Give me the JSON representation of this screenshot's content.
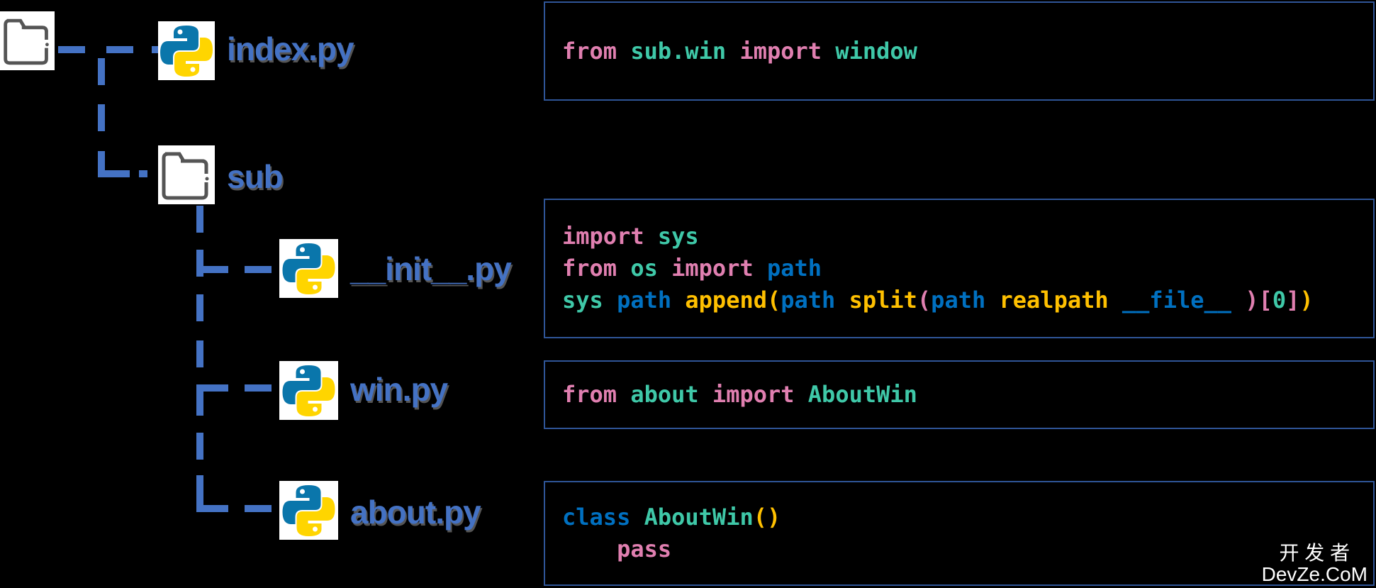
{
  "tree": {
    "root": {
      "icon": "folder-icon"
    },
    "index": {
      "label": "index.py",
      "icon": "python-icon"
    },
    "sub": {
      "label": "sub",
      "icon": "folder-icon"
    },
    "init": {
      "label": "__init__.py",
      "icon": "python-icon"
    },
    "win": {
      "label": "win.py",
      "icon": "python-icon"
    },
    "about": {
      "label": "about.py",
      "icon": "python-icon"
    }
  },
  "code": {
    "index": [
      [
        "from",
        "k"
      ],
      [
        " "
      ],
      [
        "sub.win",
        "t"
      ],
      [
        " "
      ],
      [
        "import",
        "k"
      ],
      [
        " "
      ],
      [
        "window",
        "t"
      ]
    ],
    "init": [
      [
        [
          "import",
          "k"
        ],
        [
          " "
        ],
        [
          "sys",
          "t"
        ]
      ],
      [
        [
          "from",
          "k"
        ],
        [
          " "
        ],
        [
          "os",
          "t"
        ],
        [
          " "
        ],
        [
          "import",
          "k"
        ],
        [
          " "
        ],
        [
          "path",
          "b"
        ]
      ],
      [
        [
          "sys",
          "t"
        ],
        [
          " "
        ],
        [
          "path",
          "b"
        ],
        [
          " "
        ],
        [
          "append",
          "y"
        ],
        [
          "(",
          "y"
        ],
        [
          "path",
          "b"
        ],
        [
          " "
        ],
        [
          "split",
          "y"
        ],
        [
          "(",
          "k"
        ],
        [
          "path",
          "b"
        ],
        [
          " "
        ],
        [
          "realpath",
          "y"
        ],
        [
          " "
        ],
        [
          "__file__",
          "b"
        ],
        [
          " "
        ],
        [
          ")",
          "k"
        ],
        [
          "[",
          "k"
        ],
        [
          "0",
          "t"
        ],
        [
          "]",
          "k"
        ],
        [
          ")",
          "y"
        ]
      ]
    ],
    "win": [
      [
        "from",
        "k"
      ],
      [
        " "
      ],
      [
        "about",
        "t"
      ],
      [
        " "
      ],
      [
        "import",
        "k"
      ],
      [
        " "
      ],
      [
        "AboutWin",
        "t"
      ]
    ],
    "about": [
      [
        [
          "class",
          "b"
        ],
        [
          " "
        ],
        [
          "AboutWin",
          "t"
        ],
        [
          "()",
          "y"
        ]
      ],
      [
        [
          "    "
        ],
        [
          "pass",
          "k"
        ]
      ]
    ]
  },
  "watermark": {
    "line1": "开 发 者",
    "line2": "DevZe.CoM"
  },
  "colors": {
    "label": "#4472c4",
    "keyword": "#e07fb0",
    "name": "#3fc8a8",
    "blue": "#0070c0",
    "yellow": "#ffc000"
  }
}
